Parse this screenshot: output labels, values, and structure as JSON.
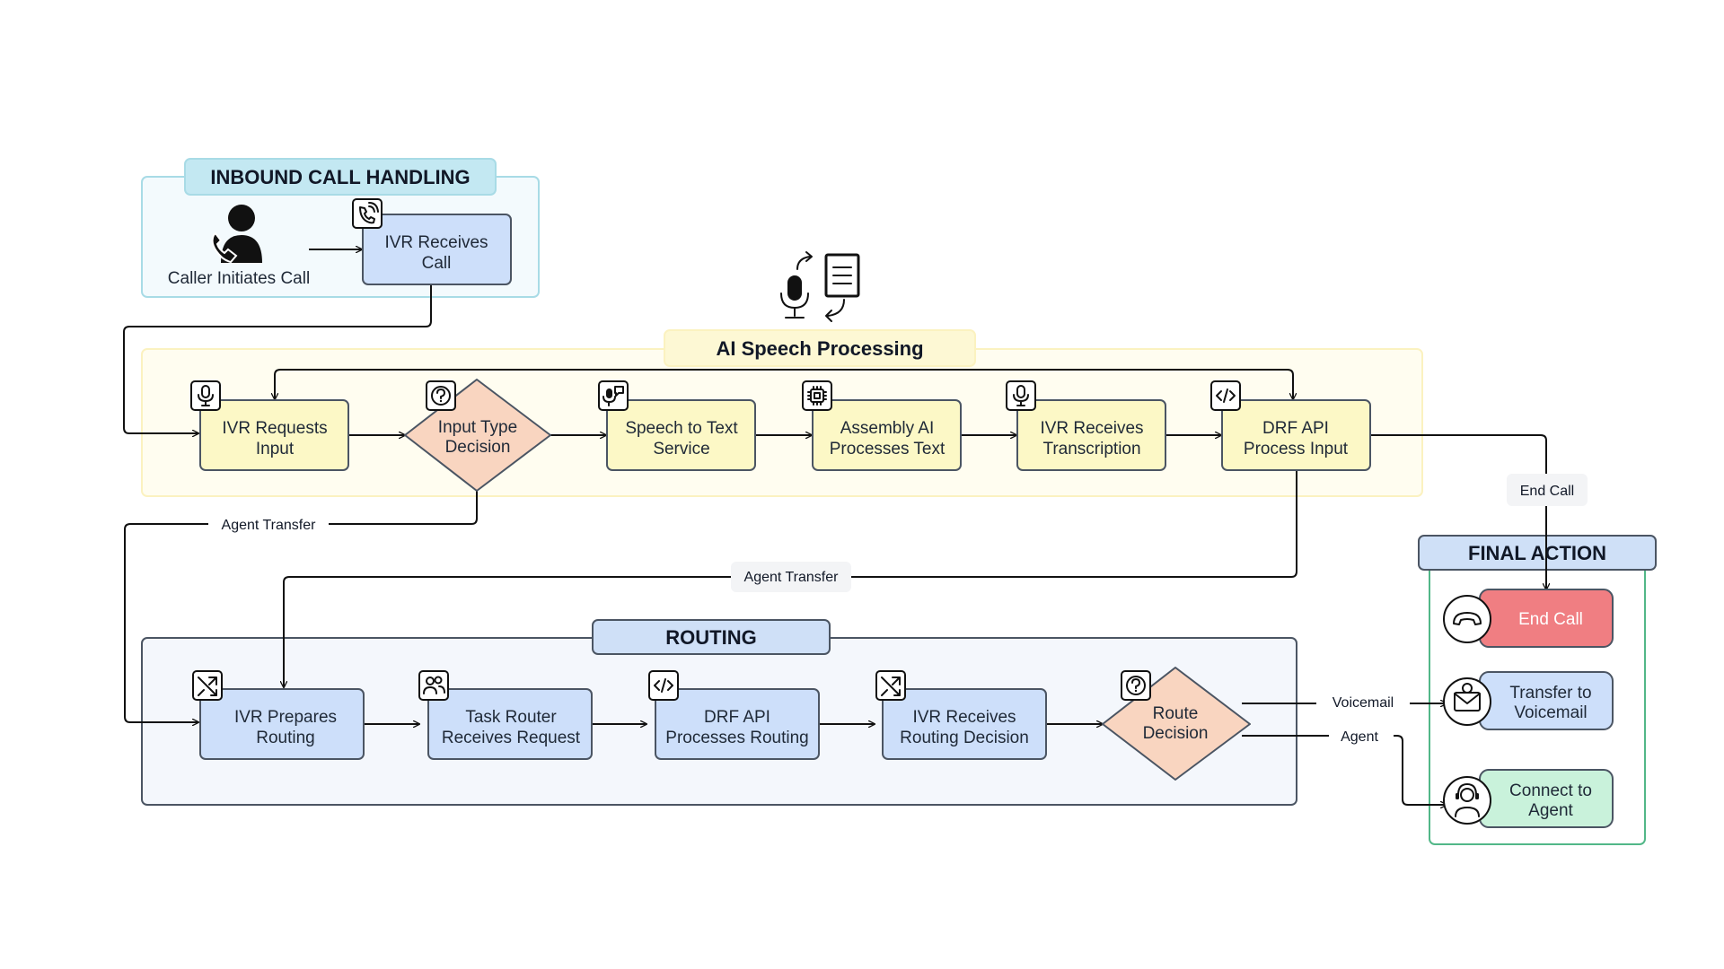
{
  "groups": {
    "inbound": {
      "title": "INBOUND CALL HANDLING"
    },
    "ai": {
      "title": "AI Speech Processing"
    },
    "routing": {
      "title": "ROUTING"
    },
    "final": {
      "title": "FINAL ACTION"
    }
  },
  "nodes": {
    "caller": [
      "Caller Initiates Call"
    ],
    "ivr_receives_call": [
      "IVR Receives",
      "Call"
    ],
    "ivr_requests_input": [
      "IVR Requests",
      "Input"
    ],
    "input_type_decision": [
      "Input Type",
      "Decision"
    ],
    "speech_to_text": [
      "Speech to Text",
      "Service"
    ],
    "assembly_ai": [
      "Assembly AI",
      "Processes Text"
    ],
    "ivr_receives_transcription": [
      "IVR Receives",
      "Transcription"
    ],
    "drf_api_process_input": [
      "DRF API",
      "Process Input"
    ],
    "ivr_prepares_routing": [
      "IVR Prepares",
      "Routing"
    ],
    "task_router": [
      "Task Router",
      "Receives Request"
    ],
    "drf_api_processes_routing": [
      "DRF API",
      "Processes Routing"
    ],
    "ivr_receives_routing_decision": [
      "IVR Receives",
      "Routing Decision"
    ],
    "route_decision": [
      "Route",
      "Decision"
    ],
    "end_call": [
      "End Call"
    ],
    "transfer_voicemail": [
      "Transfer to",
      "Voicemail"
    ],
    "connect_agent": [
      "Connect to",
      "Agent"
    ]
  },
  "edge_labels": {
    "agent_transfer_1": "Agent Transfer",
    "agent_transfer_2": "Agent Transfer",
    "end_call": "End Call",
    "voicemail": "Voicemail",
    "agent": "Agent"
  },
  "colors": {
    "inbound_fill": "#f3fafd",
    "inbound_stroke": "#a8dbe6",
    "inbound_title": "#c3e8f2",
    "ai_fill": "#fffdf0",
    "ai_stroke": "#fbf2c0",
    "ai_title": "#fdf8d4",
    "routing_fill": "#f4f7fc",
    "routing_stroke": "#4b5563",
    "routing_title": "#cfe0f7",
    "final_fill": "#ffffff",
    "final_stroke": "#52b788",
    "final_title": "#cfe0f7",
    "blue_node": "#cddffa",
    "yellow_node": "#fcf8c6",
    "decision_node": "#f9d5c0",
    "red_node": "#f07e82",
    "green_node": "#c9f2db",
    "node_stroke": "#4b5563"
  },
  "icons": {
    "caller": "person-phone-icon",
    "ivr_receives_call": "phone-call-icon",
    "ai_header": "speech-to-document-icon",
    "ivr_requests_input": "microphone-icon",
    "input_type_decision": "question-icon",
    "speech_to_text": "mic-chat-icon",
    "assembly_ai": "chip-icon",
    "ivr_receives_transcription": "microphone-icon",
    "drf_api_process_input": "code-icon",
    "ivr_prepares_routing": "shuffle-icon",
    "task_router": "users-icon",
    "drf_api_processes_routing": "code-icon",
    "ivr_receives_routing_decision": "shuffle-icon",
    "route_decision": "question-icon",
    "end_call": "hang-up-icon",
    "transfer_voicemail": "voicemail-icon",
    "connect_agent": "headset-agent-icon"
  }
}
